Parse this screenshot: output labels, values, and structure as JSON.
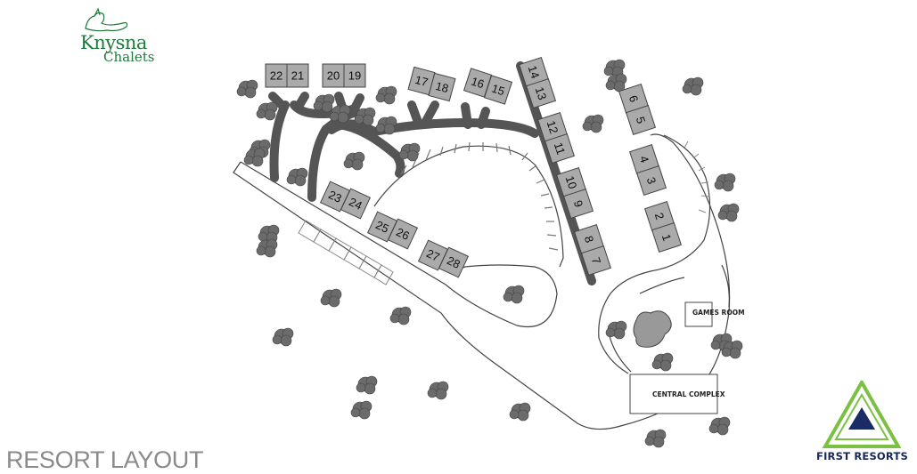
{
  "brand": {
    "line1": "Knysna",
    "line2": "Chalets",
    "logo_icon": "bird-icon"
  },
  "title": "RESORT LAYOUT",
  "partner_logo": {
    "text": "FIRST RESORTS",
    "icon": "triangle-mountain-icon",
    "colors": {
      "outer": "#7ac143",
      "inner": "#1b2b63"
    }
  },
  "buildings": {
    "games_room": "GAMES ROOM",
    "central_complex": "CENTRAL COMPLEX"
  },
  "units": [
    {
      "id": "22",
      "label": "22"
    },
    {
      "id": "21",
      "label": "21"
    },
    {
      "id": "20",
      "label": "20"
    },
    {
      "id": "19",
      "label": "19"
    },
    {
      "id": "17",
      "label": "17"
    },
    {
      "id": "18",
      "label": "18"
    },
    {
      "id": "16",
      "label": "16"
    },
    {
      "id": "15",
      "label": "15"
    },
    {
      "id": "14",
      "label": "14"
    },
    {
      "id": "13",
      "label": "13"
    },
    {
      "id": "12",
      "label": "12"
    },
    {
      "id": "11",
      "label": "11"
    },
    {
      "id": "10",
      "label": "10"
    },
    {
      "id": "9",
      "label": "9"
    },
    {
      "id": "8",
      "label": "8"
    },
    {
      "id": "7",
      "label": "7"
    },
    {
      "id": "6",
      "label": "6"
    },
    {
      "id": "5",
      "label": "5"
    },
    {
      "id": "4",
      "label": "4"
    },
    {
      "id": "3",
      "label": "3"
    },
    {
      "id": "2",
      "label": "2"
    },
    {
      "id": "1",
      "label": "1"
    },
    {
      "id": "23",
      "label": "23"
    },
    {
      "id": "24",
      "label": "24"
    },
    {
      "id": "25",
      "label": "25"
    },
    {
      "id": "26",
      "label": "26"
    },
    {
      "id": "27",
      "label": "27"
    },
    {
      "id": "28",
      "label": "28"
    }
  ],
  "colors": {
    "unit_fill": "#aaaaaa",
    "road": "#555555",
    "tree": "#6b6b6b",
    "line": "#444444",
    "title": "#8a8a8a",
    "brand": "#1e7a3a"
  }
}
